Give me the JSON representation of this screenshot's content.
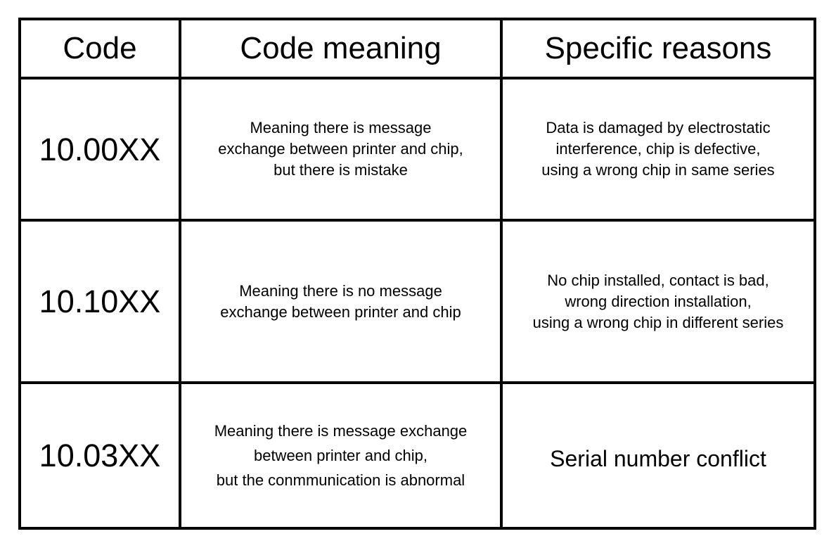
{
  "table": {
    "headers": [
      "Code",
      "Code meaning",
      "Specific reasons"
    ],
    "rows": [
      {
        "code": "10.00XX",
        "meaning": [
          "Meaning there is message",
          "exchange between printer and chip,",
          "but there is mistake"
        ],
        "reasons": [
          "Data is damaged by electrostatic",
          "interference, chip is defective,",
          "using a wrong chip in same series"
        ]
      },
      {
        "code": "10.10XX",
        "meaning": [
          "Meaning there is no message",
          "exchange between printer and chip"
        ],
        "reasons": [
          "No chip installed, contact is bad,",
          "wrong direction installation,",
          "using a wrong chip in different series"
        ]
      },
      {
        "code": "10.03XX",
        "meaning": [
          "Meaning there is message exchange",
          "between printer and chip,",
          "but the conmmunication is abnormal"
        ],
        "reasons": [
          "Serial number conflict"
        ]
      }
    ]
  }
}
